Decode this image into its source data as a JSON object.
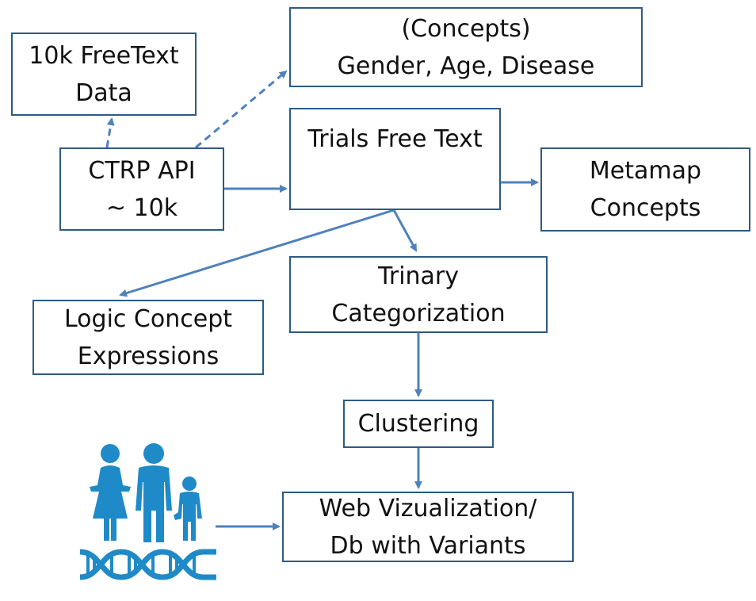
{
  "colors": {
    "arrow": "#4F81BD",
    "box_border": "#2E5A84",
    "icon": "#1F8AC8"
  },
  "icons": {
    "people": "family-icon",
    "dna": "dna-icon"
  },
  "nodes": {
    "freetext": [
      "10k FreeText",
      "Data"
    ],
    "concepts": [
      "(Concepts)",
      "Gender, Age, Disease"
    ],
    "ctrp": [
      "CTRP API",
      "~ 10k"
    ],
    "trials": [
      "Trials Free Text"
    ],
    "metamap": [
      "Metamap",
      "Concepts"
    ],
    "trinary": [
      "Trinary",
      "Categorization"
    ],
    "logic": [
      "Logic Concept",
      "Expressions"
    ],
    "clustering": [
      "Clustering"
    ],
    "web": [
      "Web Vizualization/",
      "Db with Variants"
    ]
  }
}
